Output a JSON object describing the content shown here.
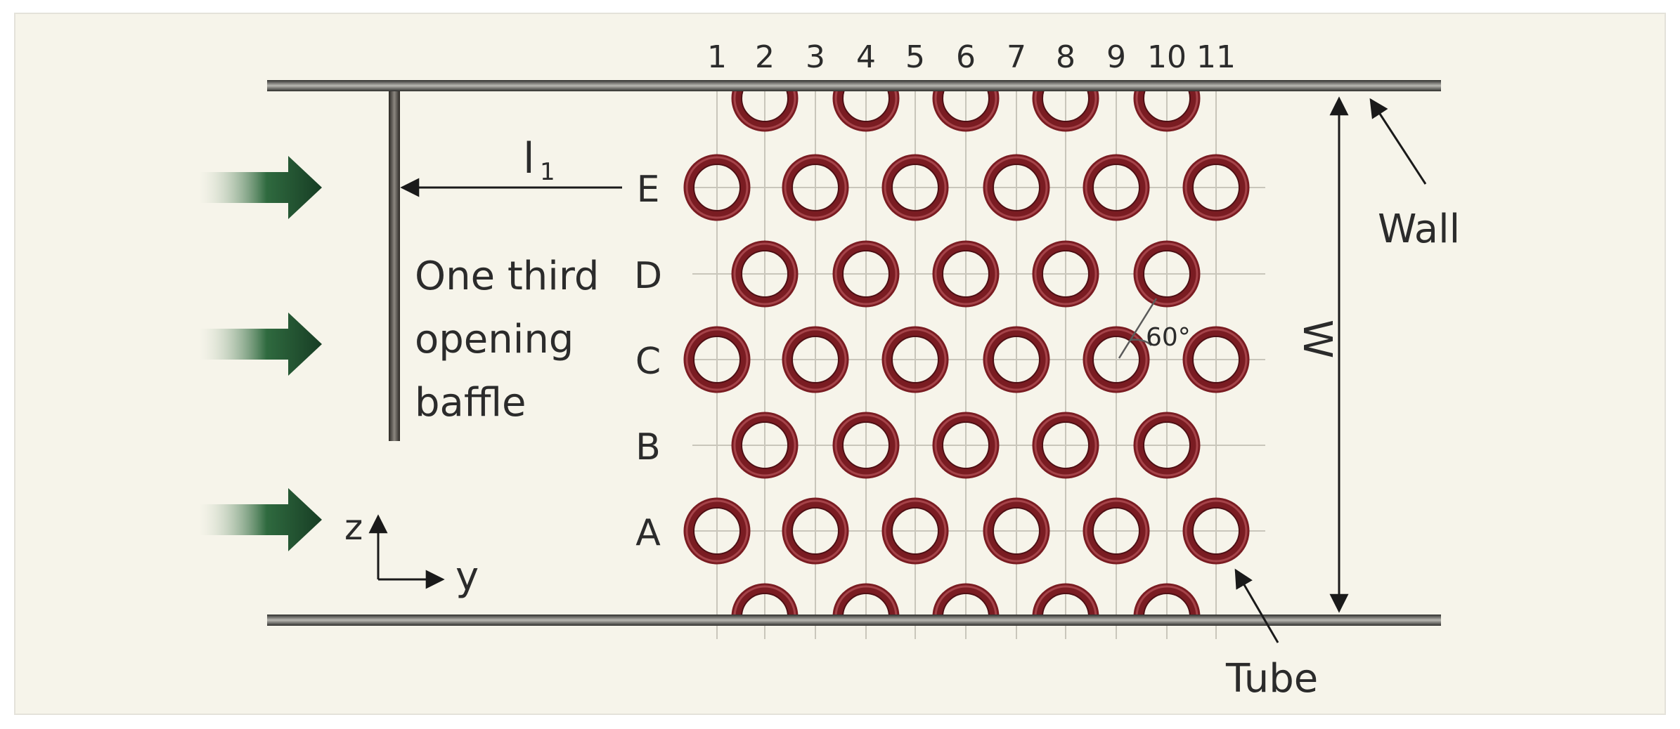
{
  "title": "",
  "column_labels": [
    "1",
    "2",
    "3",
    "4",
    "5",
    "6",
    "7",
    "8",
    "9",
    "10",
    "11"
  ],
  "row_labels": [
    "E",
    "D",
    "C",
    "B",
    "A"
  ],
  "labels": {
    "baffle_text": [
      "One third",
      "opening",
      "baffle"
    ],
    "l1_main": "l",
    "l1_sub": "1",
    "wall": "Wall",
    "tube": "Tube",
    "width": "W",
    "angle": "60°",
    "axis_z": "z",
    "axis_y": "y"
  },
  "colors": {
    "tube": "#7a1c22",
    "tube_highlight": "#c9656a",
    "arrow": "#1f4a2c",
    "wall": "#4a4a48",
    "baffle": "#3b3833",
    "grid": "#c9c6bb",
    "background": "#f6f4ea"
  },
  "tube_rows": [
    {
      "row": "top-wall",
      "columns": [
        2,
        4,
        6,
        8,
        10
      ],
      "clipped": true
    },
    {
      "row": "E",
      "columns": [
        1,
        3,
        5,
        7,
        9,
        11
      ]
    },
    {
      "row": "D",
      "columns": [
        2,
        4,
        6,
        8,
        10
      ]
    },
    {
      "row": "C",
      "columns": [
        1,
        3,
        5,
        7,
        9,
        11
      ]
    },
    {
      "row": "B",
      "columns": [
        2,
        4,
        6,
        8,
        10
      ]
    },
    {
      "row": "A",
      "columns": [
        1,
        3,
        5,
        7,
        9,
        11
      ]
    },
    {
      "row": "bottom-wall",
      "columns": [
        2,
        4,
        6,
        8,
        10
      ],
      "clipped": true
    }
  ],
  "inlet_arrows": 3
}
